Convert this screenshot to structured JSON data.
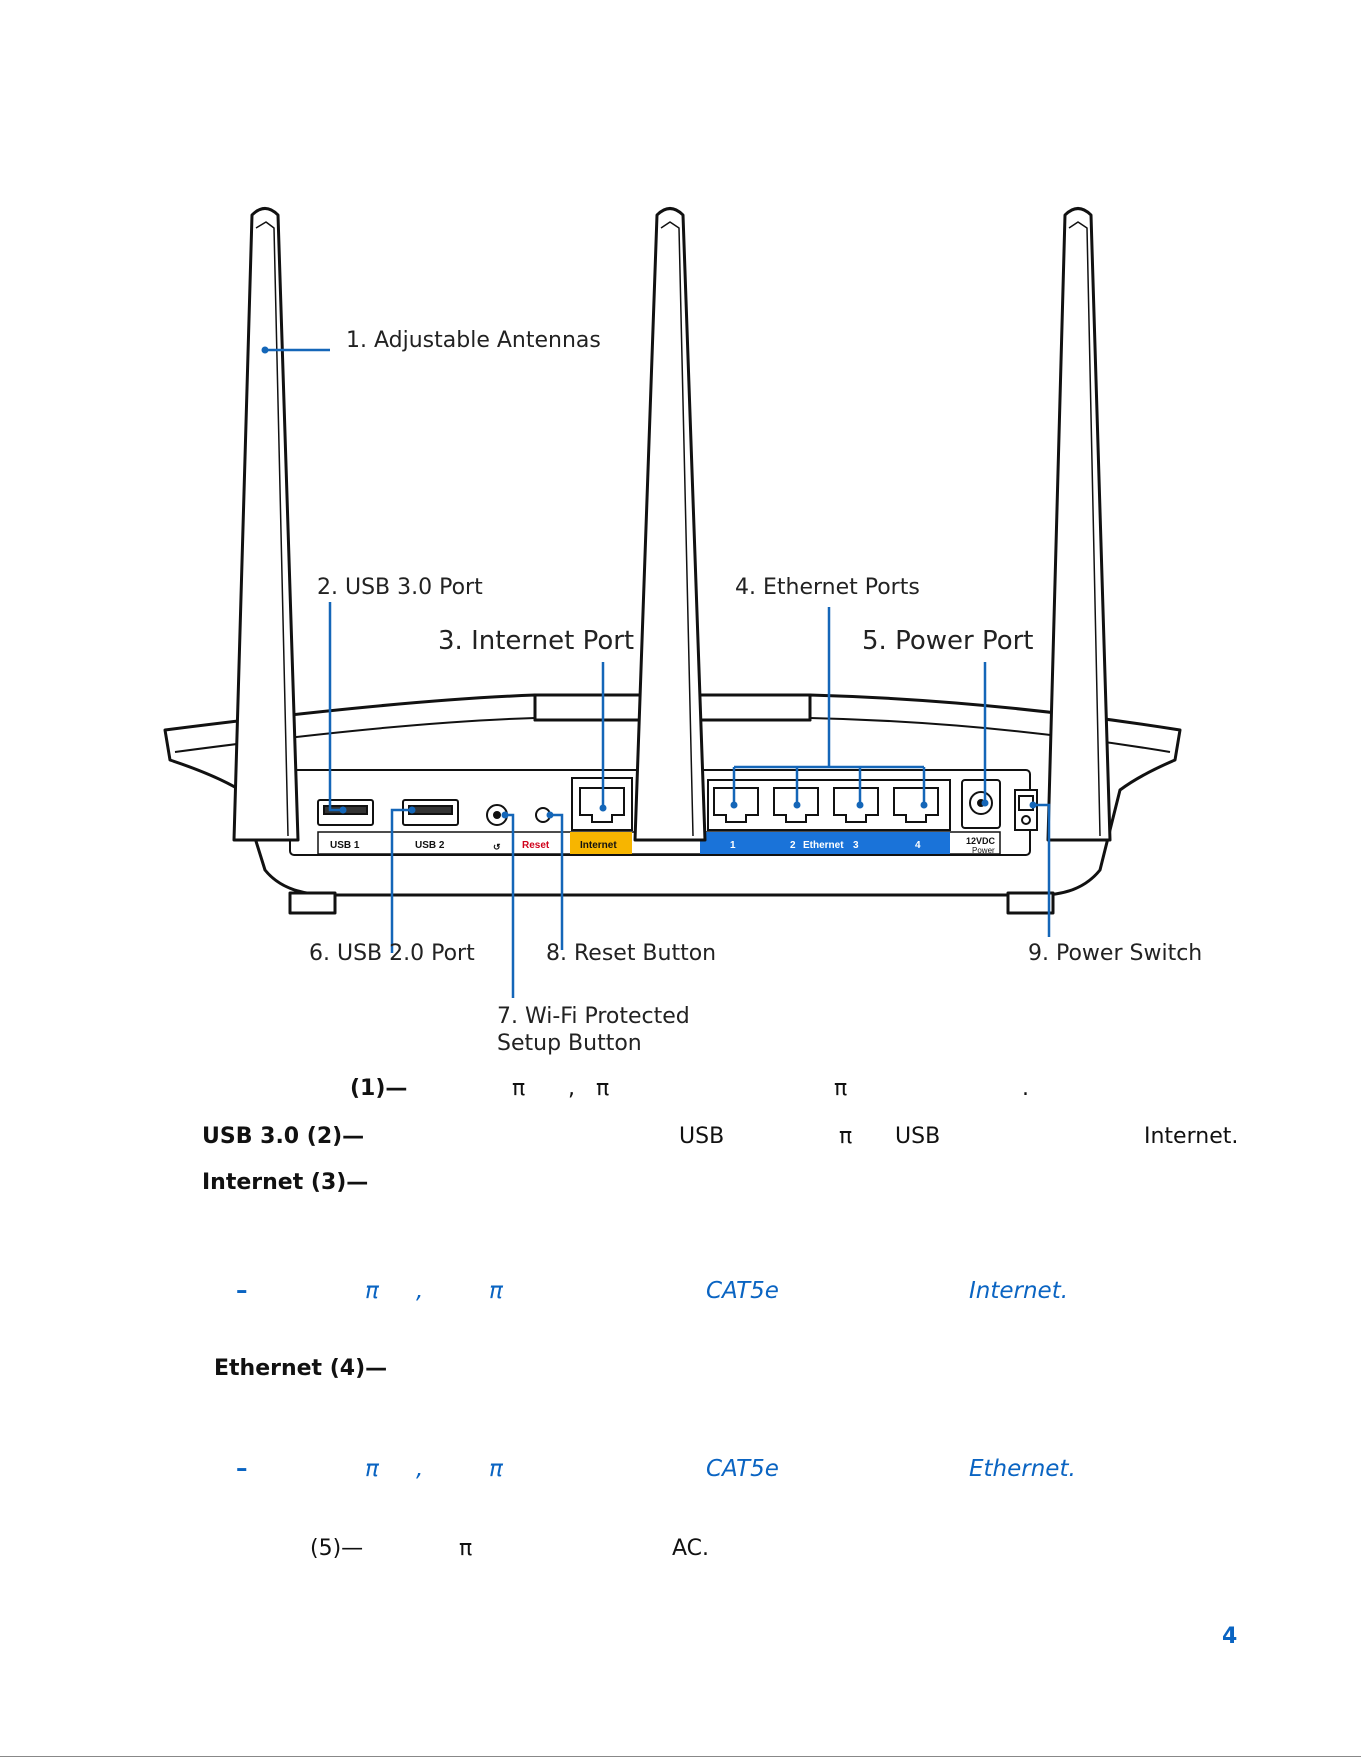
{
  "diagram": {
    "callouts": {
      "antennas": "1. Adjustable Antennas",
      "usb3": "2. USB 3.0 Port",
      "internet": "3. Internet Port",
      "ethernet": "4. Ethernet Ports",
      "power_port": "5. Power Port",
      "usb2": "6. USB 2.0 Port",
      "wps_line1": "7. Wi-Fi Protected",
      "wps_line2": "Setup Button",
      "reset": "8. Reset Button",
      "power_switch": "9. Power Switch"
    },
    "panel_labels": {
      "usb1": "USB 1",
      "usb2": "USB 2",
      "reset": "Reset",
      "internet": "Internet",
      "eth1": "1",
      "eth2": "2",
      "eth_word": "Ethernet",
      "eth3": "3",
      "eth4": "4",
      "power_top": "12VDC",
      "power_bottom": "Power"
    },
    "colors": {
      "callout_line": "#1466b8",
      "internet_label_bg": "#f7b500",
      "ethernet_label_bg": "#1a73d9",
      "reset_text": "#d0021b"
    }
  },
  "body": {
    "line1": {
      "lead": "(1)—",
      "f1": "π",
      "f2": ",",
      "f3": "π",
      "f4": "π",
      "f5": "."
    },
    "line2": {
      "lead": "USB 3.0 (2)—",
      "f1": "USB",
      "f2": "π",
      "f3": "USB",
      "f4": "Internet."
    },
    "line3": {
      "lead": "Internet (3)—"
    },
    "note1": {
      "dash": "–",
      "f1": "π",
      "f2": ",",
      "f3": "π",
      "f4": "CAT5e",
      "f5": "Internet."
    },
    "line4": {
      "lead": "Ethernet (4)—"
    },
    "note2": {
      "dash": "–",
      "f1": "π",
      "f2": ",",
      "f3": "π",
      "f4": "CAT5e",
      "f5": "Ethernet."
    },
    "line5": {
      "lead": "(5)—",
      "f1": "π",
      "f2": "AC."
    }
  },
  "page_number": "4"
}
